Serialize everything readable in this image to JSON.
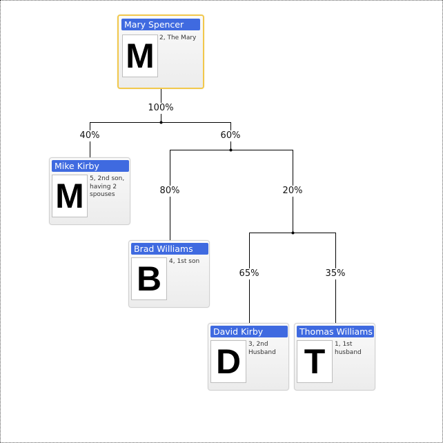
{
  "nodes": {
    "mary": {
      "name": "Mary Spencer",
      "initial": "M",
      "desc": "2, The Mary"
    },
    "mike": {
      "name": "Mike Kirby",
      "initial": "M",
      "desc": "5, 2nd son, having 2 spouses"
    },
    "brad": {
      "name": "Brad Williams",
      "initial": "B",
      "desc": "4, 1st son"
    },
    "david": {
      "name": "David Kirby",
      "initial": "D",
      "desc": "3, 2nd Husband"
    },
    "thomas": {
      "name": "Thomas Williams",
      "initial": "T",
      "desc": "1, 1st husband"
    }
  },
  "links": {
    "mary_total": "100%",
    "mike_share": "40%",
    "right_share": "60%",
    "brad_share": "80%",
    "lower_share": "20%",
    "david_share": "65%",
    "thomas_share": "35%"
  },
  "colors": {
    "title_bar": "#3f6ae0",
    "selected_border": "#f2c84b"
  }
}
